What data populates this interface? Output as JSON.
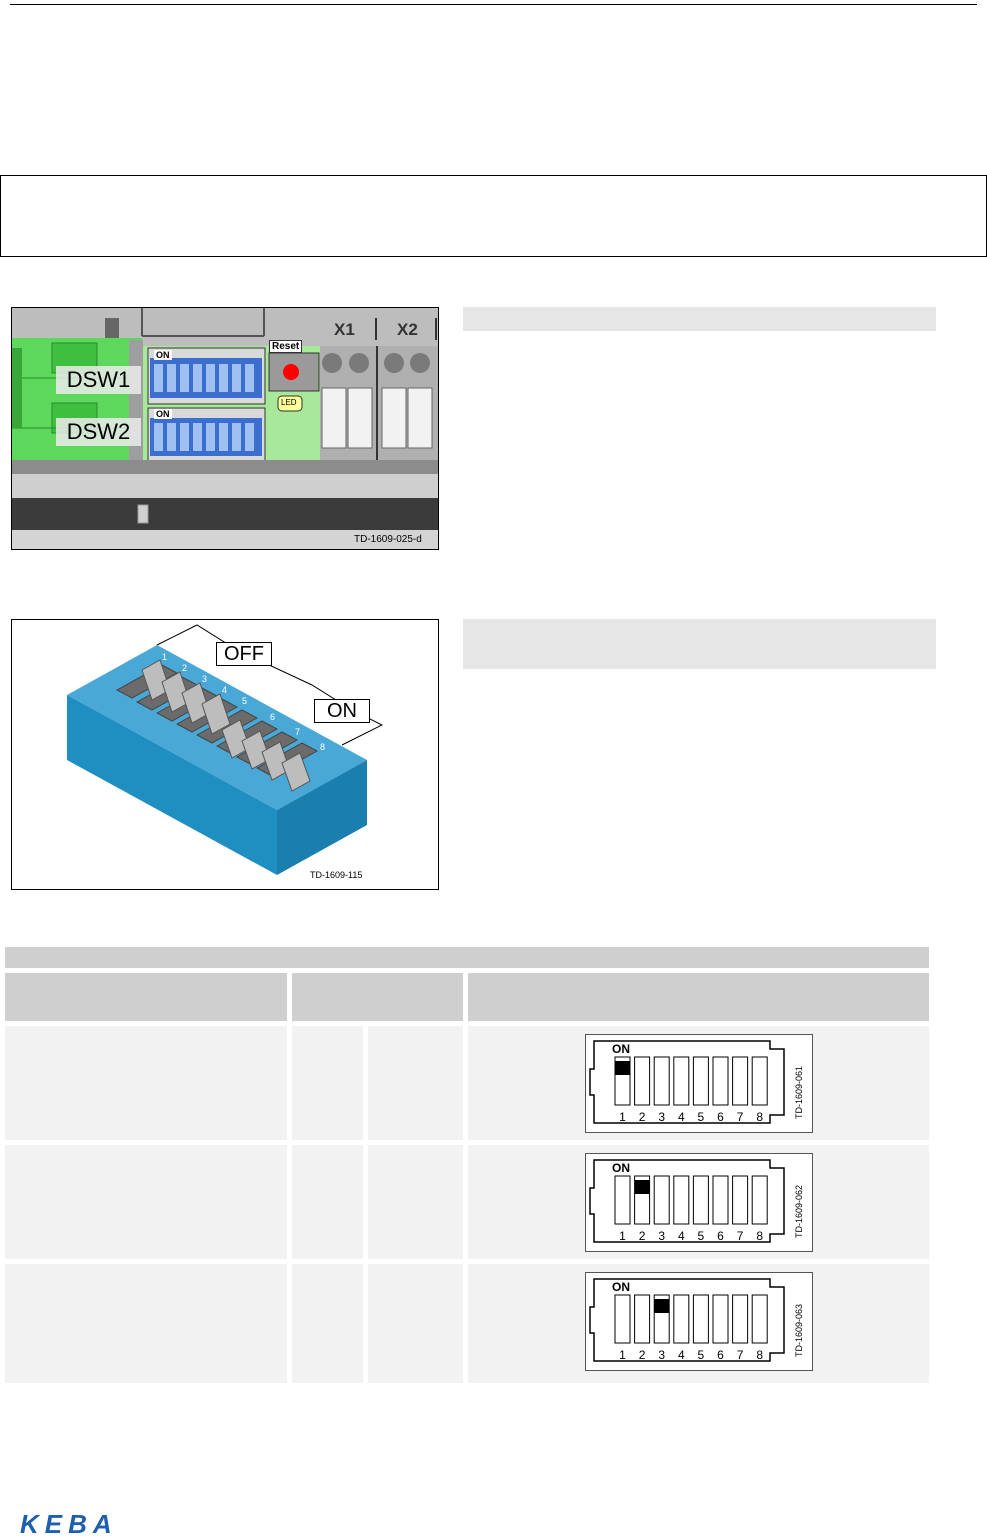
{
  "figure1": {
    "labels": {
      "dsw1": "DSW1",
      "dsw2": "DSW2",
      "on1": "ON",
      "on2": "ON",
      "reset": "Reset",
      "led": "LED",
      "x1": "X1",
      "x2": "X2"
    },
    "ref": "TD-1609-025-d"
  },
  "figure2": {
    "labels": {
      "off": "OFF",
      "on": "ON"
    },
    "switch_numbers": [
      "1",
      "2",
      "3",
      "4",
      "5",
      "6",
      "7",
      "8"
    ],
    "ref": "TD-1609-115"
  },
  "table": {
    "rows": [
      {
        "dip": {
          "on_label": "ON",
          "numbers": [
            "1",
            "2",
            "3",
            "4",
            "5",
            "6",
            "7",
            "8"
          ],
          "active": 1,
          "ref": "TD-1609-061"
        }
      },
      {
        "dip": {
          "on_label": "ON",
          "numbers": [
            "1",
            "2",
            "3",
            "4",
            "5",
            "6",
            "7",
            "8"
          ],
          "active": 2,
          "ref": "TD-1609-062"
        }
      },
      {
        "dip": {
          "on_label": "ON",
          "numbers": [
            "1",
            "2",
            "3",
            "4",
            "5",
            "6",
            "7",
            "8"
          ],
          "active": 3,
          "ref": "TD-1609-063"
        }
      }
    ]
  },
  "footer": {
    "logo": "KEBA"
  },
  "colors": {
    "board_green": "#5dd85d",
    "switch_blue": "#1e8fc0",
    "switch_dark_blue": "#3a6fd0",
    "red": "#ff0000"
  }
}
